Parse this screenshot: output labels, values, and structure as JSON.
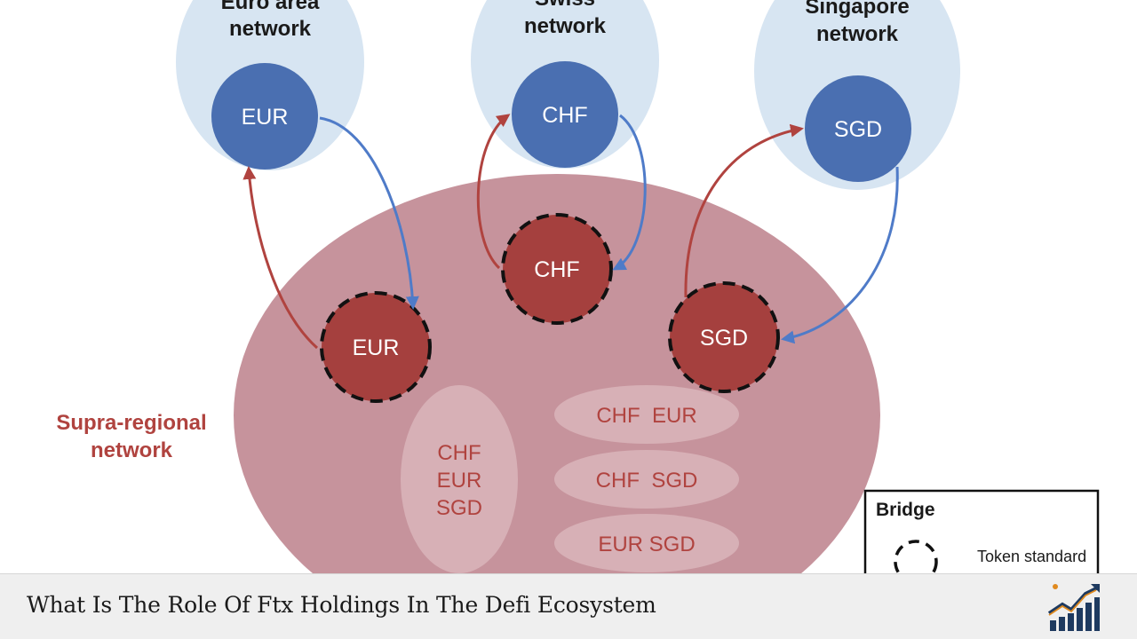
{
  "colors": {
    "light_blue": "#d7e5f2",
    "blue_node": "#4a6fb1",
    "red_node": "#a5403e",
    "supra_ellipse": "#c6939c",
    "inner_ellipse": "#d7b0b6",
    "red_text": "#b0433f",
    "blue_arrow": "#4f7bc8",
    "red_arrow": "#b0433f"
  },
  "networks": {
    "euro_title_line1": "Euro area",
    "euro_title_line2": "network",
    "swiss_title_line1": "Swiss",
    "swiss_title_line2": "network",
    "singapore_title_line1": "Singapore",
    "singapore_title_line2": "network",
    "supra_title_line1": "Supra-regional",
    "supra_title_line2": "network"
  },
  "nodes": {
    "eur_domestic": "EUR",
    "chf_domestic": "CHF",
    "sgd_domestic": "SGD",
    "eur_token": "EUR",
    "chf_token": "CHF",
    "sgd_token": "SGD"
  },
  "pools": {
    "vertical": [
      "CHF",
      "EUR",
      "SGD"
    ],
    "chf_eur": "CHF  EUR",
    "chf_sgd": "CHF  SGD",
    "eur_sgd": "EUR SGD"
  },
  "legend": {
    "title": "Bridge",
    "token_standard": "Token standard"
  },
  "footer": {
    "title": "What Is The Role Of Ftx Holdings In The Defi Ecosystem"
  }
}
